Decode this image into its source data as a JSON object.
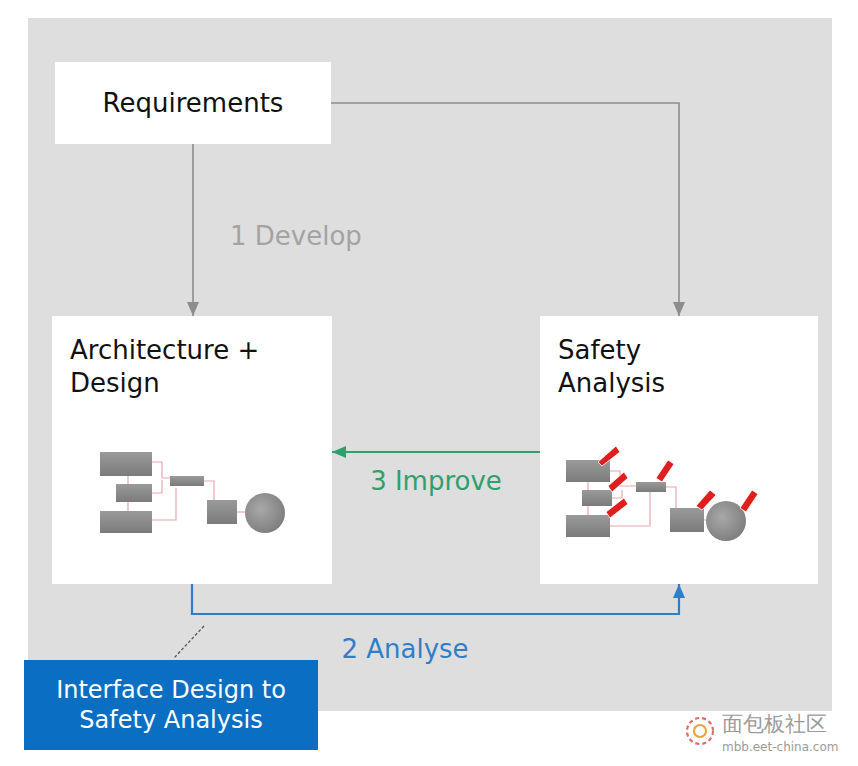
{
  "diagram": {
    "nodes": [
      {
        "text": [
          "Requirements"
        ]
      },
      {
        "text": [
          "Architecture + Design"
        ]
      },
      {
        "text": [
          "Safety Analysis"
        ]
      },
      {
        "text": [
          "Interface Design to Safety Analysis"
        ]
      }
    ],
    "edges": [
      {
        "from": 0,
        "to": 1,
        "arrow": "to",
        "label": "1 Develop"
      },
      {
        "from": 0,
        "to": 2,
        "arrow": "to"
      },
      {
        "from": 2,
        "to": 1,
        "arrow": "to",
        "label": "3 Improve"
      },
      {
        "from": 1,
        "to": 2,
        "arrow": "to",
        "label": "2 Analyse"
      }
    ],
    "labels": [
      "面包板社区",
      "mbb.eet-china.com"
    ]
  }
}
